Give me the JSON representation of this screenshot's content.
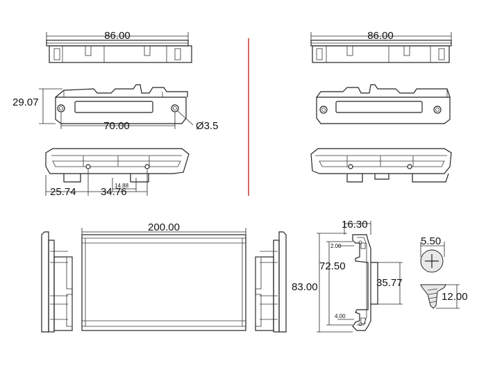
{
  "dimensions": {
    "top_left_width": "86.00",
    "top_right_width": "86.00",
    "side_height": "29.07",
    "hole_spacing": "70.00",
    "hole_diameter": "Ø3.5",
    "offset_a": "25.74",
    "offset_b": "34.76",
    "offset_small": "14.88",
    "profile_length": "200.00",
    "profile_width": "16.30",
    "profile_top": "2.00",
    "profile_inner": "72.50",
    "profile_height": "83.00",
    "profile_slot": "35.77",
    "profile_bottom": "4.00",
    "screw_head": "5.50",
    "screw_length": "12.00"
  },
  "colors": {
    "divider": "#c0392b",
    "line": "#222222"
  }
}
